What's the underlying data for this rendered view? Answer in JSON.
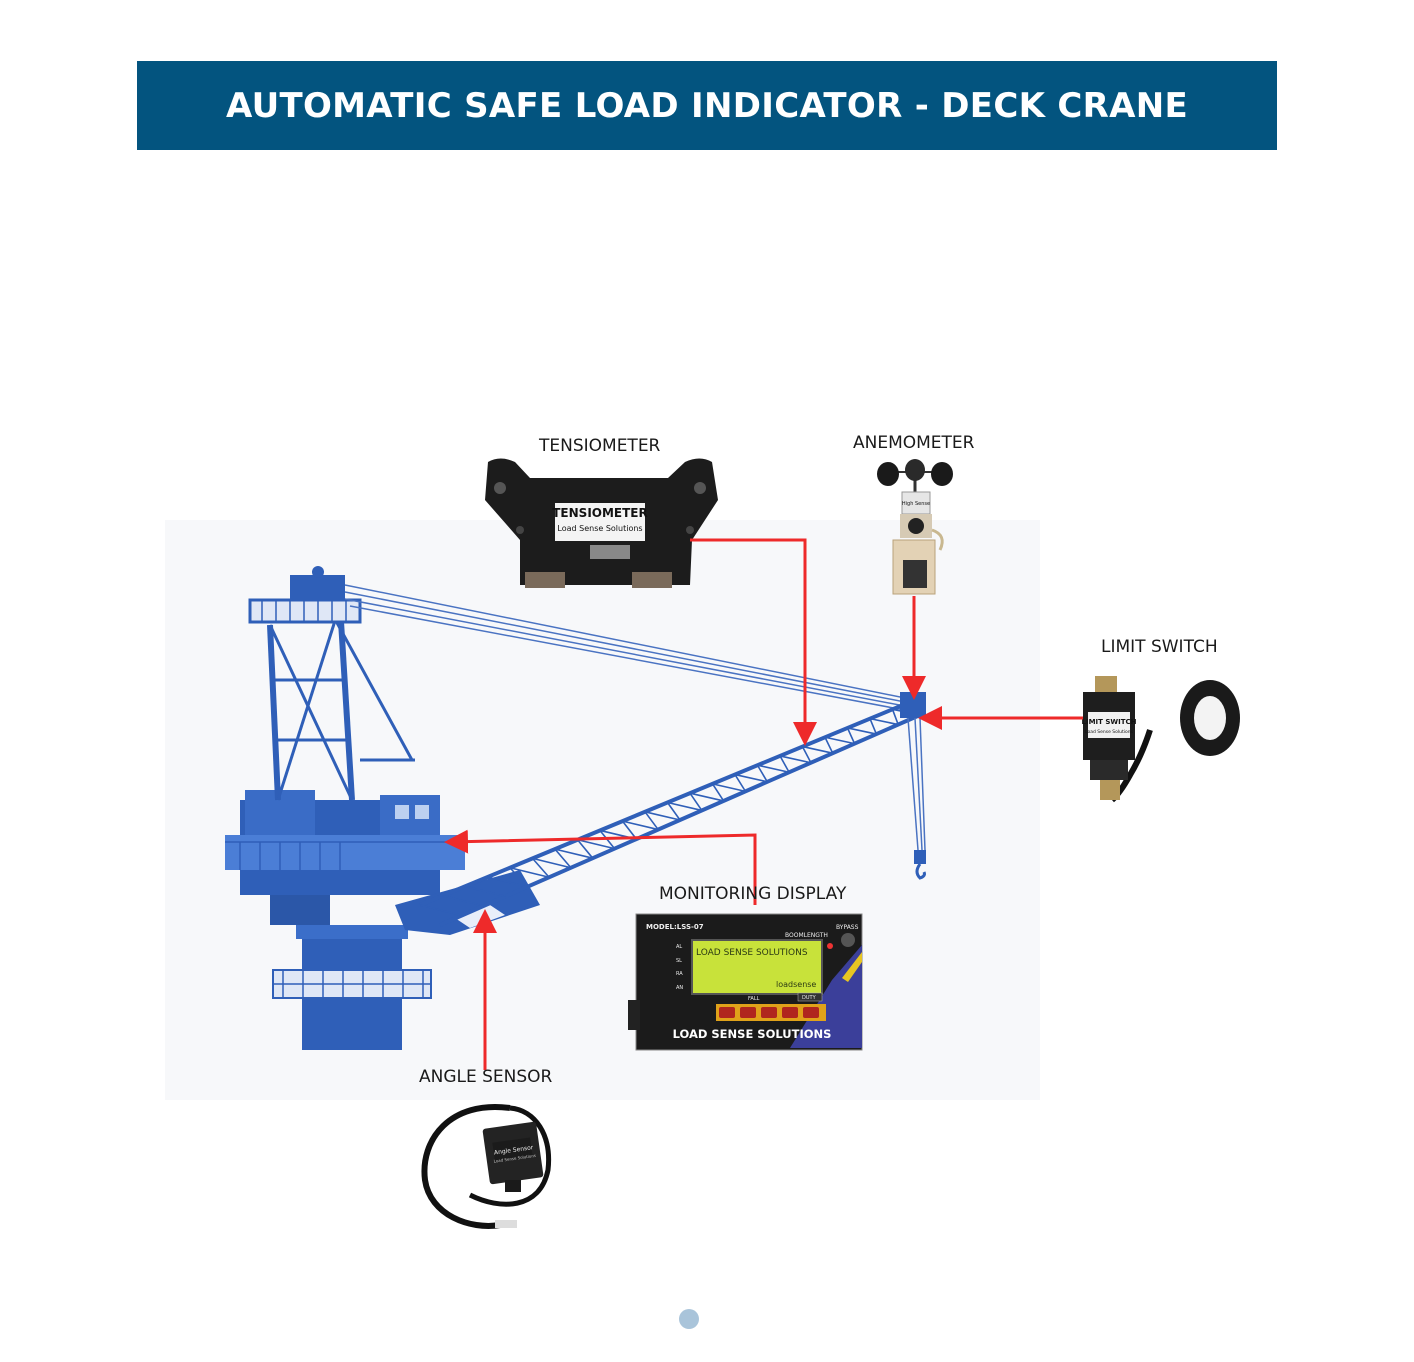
{
  "header": {
    "title": "AUTOMATIC SAFE LOAD INDICATOR - DECK CRANE"
  },
  "labels": {
    "tensiometer": "TENSIOMETER",
    "anemometer": "ANEMOMETER",
    "limit_switch": "LIMIT SWITCH",
    "monitoring_display": "MONITORING DISPLAY",
    "angle_sensor": "ANGLE SENSOR"
  },
  "devices": {
    "tensiometer_plate_line1": "TENSIOMETER",
    "tensiometer_plate_line2": "Load Sense Solutions",
    "limit_switch_plate_line1": "LIMIT SWITCH",
    "limit_switch_plate_line2": "Load Sense Solutions",
    "anemometer_plate": "High Sense",
    "angle_sensor_plate_line1": "Angle Sensor",
    "angle_sensor_plate_line2": "Load Sense Solutions",
    "display_model": "MODEL:LSS-07",
    "display_boomlength": "BOOMLENGTH",
    "display_bypass": "BYPASS",
    "display_screen_text": "LOAD SENSE SOLUTIONS",
    "display_screen_brand": "loadsense",
    "display_indicators": [
      "AL",
      "SL",
      "RA",
      "AN"
    ],
    "display_fall": "FALL",
    "display_duty": "DUTY",
    "display_footer": "LOAD SENSE SOLUTIONS"
  },
  "colors": {
    "header_bg": "#03547f",
    "crane_blue": "#2f5fb8",
    "arrow_red": "#ee2a2a",
    "lcd_green": "#c8e23a"
  }
}
